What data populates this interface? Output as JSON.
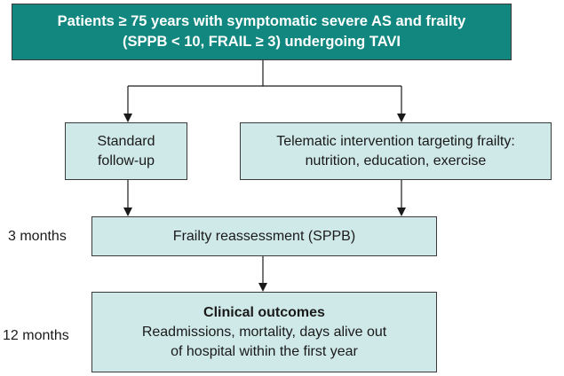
{
  "nodes": {
    "population": {
      "line1": "Patients ≥ 75 years with symptomatic severe AS and frailty",
      "line2": "(SPPB < 10, FRAIL ≥ 3) undergoing TAVI"
    },
    "standard": {
      "line1": "Standard",
      "line2": "follow-up"
    },
    "telematic": {
      "line1": "Telematic intervention targeting frailty:",
      "line2": "nutrition, education, exercise"
    },
    "reassessment": {
      "text": "Frailty reassessment (SPPB)"
    },
    "outcomes": {
      "heading": "Clinical outcomes",
      "line1": "Readmissions, mortality, days alive out",
      "line2": "of hospital within the first year"
    }
  },
  "timepoints": {
    "first": "3 months",
    "second": "12 months"
  },
  "colors": {
    "header_fill": "#11877f",
    "box_fill": "#cfe8e8"
  }
}
